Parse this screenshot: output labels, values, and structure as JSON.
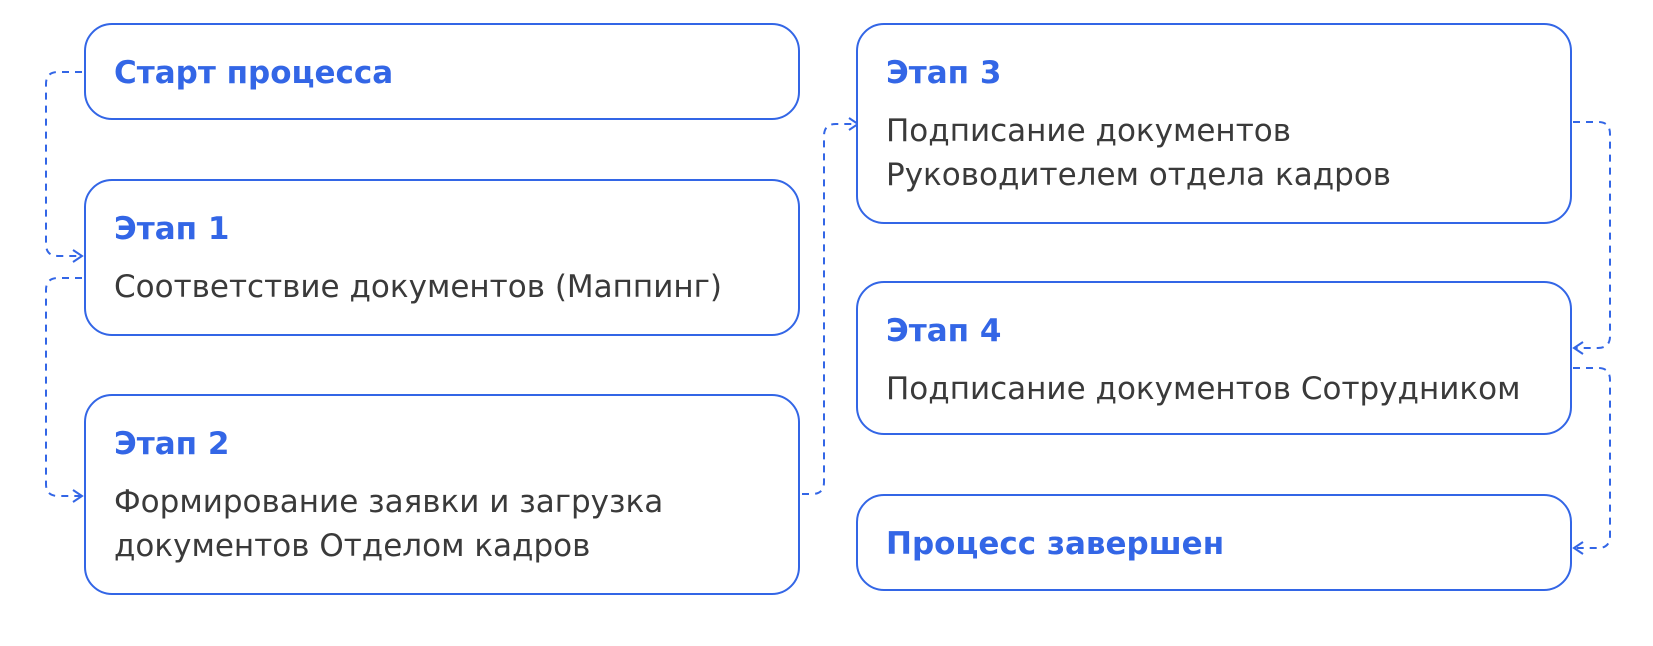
{
  "colors": {
    "accent": "#3366e6",
    "text": "#3a3a3a",
    "background": "#ffffff"
  },
  "start": {
    "label": "Старт процесса"
  },
  "stages": [
    {
      "title": "Этап 1",
      "lines": [
        "Соответствие документов (Маппинг)"
      ]
    },
    {
      "title": "Этап 2",
      "lines": [
        "Формирование заявки и загрузка",
        "документов Отделом кадров"
      ]
    },
    {
      "title": "Этап 3",
      "lines": [
        "Подписание документов",
        "Руководителем отдела кадров"
      ]
    },
    {
      "title": "Этап 4",
      "lines": [
        "Подписание документов Сотрудником"
      ]
    }
  ],
  "end": {
    "label": "Процесс завершен"
  },
  "connector_icon": "dashed-arrow-icon"
}
